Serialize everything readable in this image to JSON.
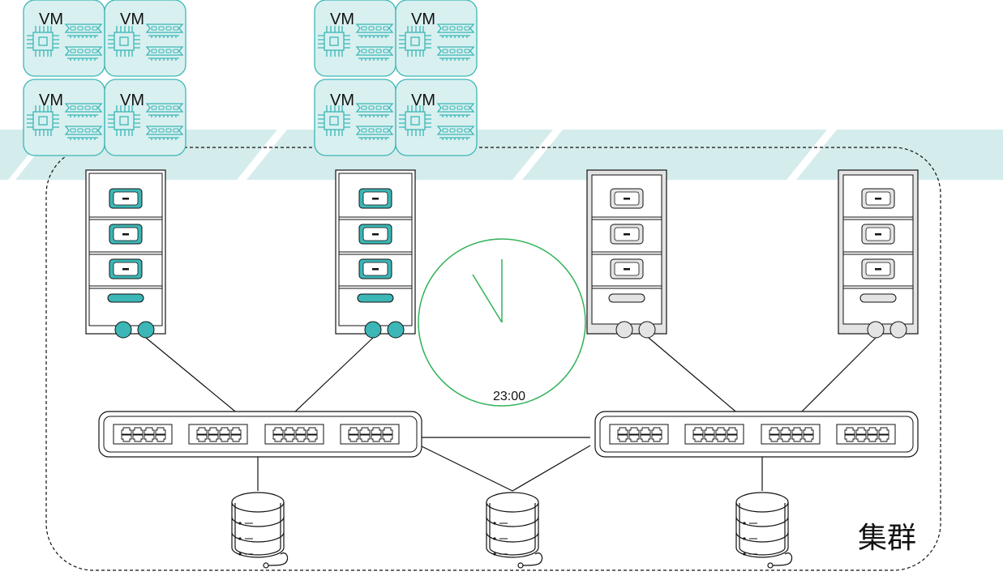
{
  "labels": {
    "vm": "VM",
    "clock_time": "23:00",
    "cluster": "集群"
  },
  "colors": {
    "active": "#3cb6b6",
    "active_fill": "#d9f0f0",
    "inactive": "#9a9a9a",
    "inactive_fill": "#e4e4e4",
    "band": "#d4ecec",
    "clock": "#33b35a",
    "line": "#111111"
  },
  "hosts": [
    {
      "id": "host-1",
      "state": "active"
    },
    {
      "id": "host-2",
      "state": "active"
    },
    {
      "id": "host-3",
      "state": "idle"
    },
    {
      "id": "host-4",
      "state": "idle"
    }
  ],
  "vm_groups": [
    {
      "host": "host-1",
      "count": 4
    },
    {
      "host": "host-2",
      "count": 4
    }
  ],
  "switches": [
    {
      "id": "switch-left",
      "port_groups": 4
    },
    {
      "id": "switch-right",
      "port_groups": 4
    }
  ],
  "storage": [
    {
      "id": "storage-left"
    },
    {
      "id": "storage-center"
    },
    {
      "id": "storage-right"
    }
  ],
  "icons": [
    "vm-chip-icon",
    "server-rack-icon",
    "network-switch-icon",
    "database-icon",
    "clock-icon"
  ]
}
